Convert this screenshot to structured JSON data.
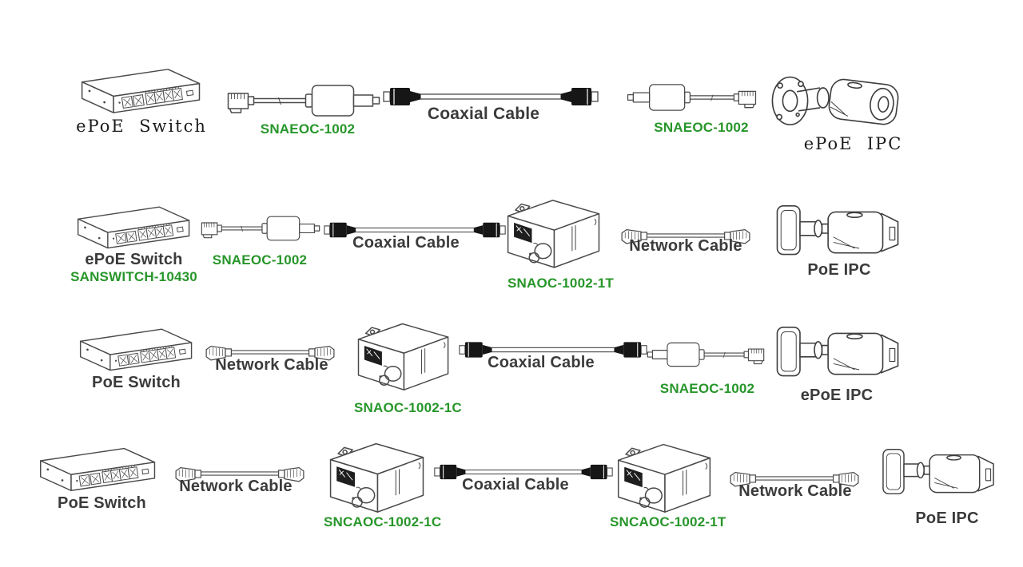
{
  "colors": {
    "label_green": "#27962a",
    "label_dark": "#3b3b3b",
    "label_serif_dark": "#1c1c1c",
    "line_art": "#4a4a4a",
    "background": "#ffffff"
  },
  "rows": [
    {
      "id": "row-1",
      "switch": "ePoE  Switch",
      "adapter_left": "SNAEOC-1002",
      "coax": "Coaxial Cable",
      "adapter_right": "SNAEOC-1002",
      "camera": "ePoE  IPC"
    },
    {
      "id": "row-2",
      "switch": "ePoE Switch",
      "switch_model": "SANSWITCH-10430",
      "adapter_left": "SNAEOC-1002",
      "coax": "Coaxial Cable",
      "converter": "SNAOC-1002-1T",
      "netcable": "Network Cable",
      "camera": "PoE IPC"
    },
    {
      "id": "row-3",
      "switch": "PoE Switch",
      "netcable": "Network Cable",
      "converter": "SNAOC-1002-1C",
      "coax": "Coaxial Cable",
      "adapter_right": "SNAEOC-1002",
      "camera": "ePoE IPC"
    },
    {
      "id": "row-4",
      "switch": "PoE Switch",
      "netcable_left": "Network Cable",
      "converter_left": "SNCAOC-1002-1C",
      "coax": "Coaxial Cable",
      "converter_right": "SNCAOC-1002-1T",
      "netcable_right": "Network Cable",
      "camera": "PoE IPC"
    }
  ]
}
